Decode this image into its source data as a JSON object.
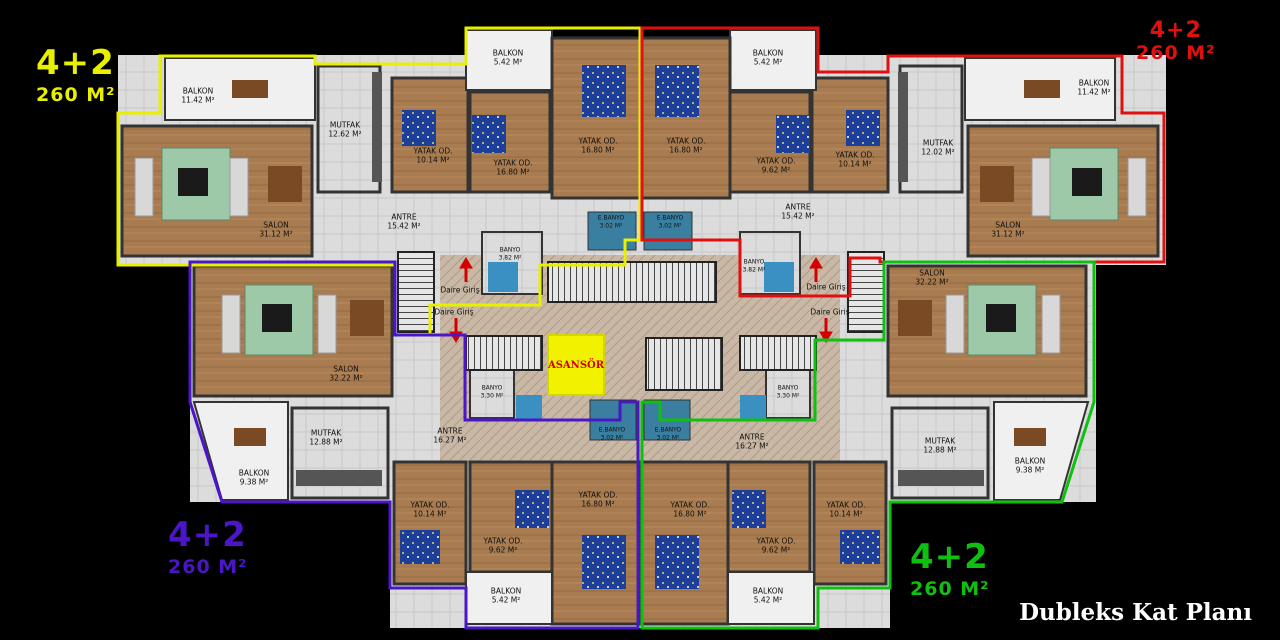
{
  "title": "Dubleks Kat Planı",
  "elevator": "ASANSÖR",
  "entry_label": "Daire Giriş",
  "colors": {
    "nw": "#e8f000",
    "ne": "#e01010",
    "sw": "#4a16c8",
    "se": "#10c010",
    "wood": "#a67a4e",
    "tile": "#d8d8d8"
  },
  "units": [
    {
      "id": "nw",
      "units": "4+2",
      "area": "260 M²"
    },
    {
      "id": "ne",
      "units": "4+2",
      "area": "260 M²"
    },
    {
      "id": "sw",
      "units": "4+2",
      "area": "260 M²"
    },
    {
      "id": "se",
      "units": "4+2",
      "area": "260 M²"
    }
  ],
  "rooms": [
    {
      "name": "BALKON",
      "area": "11.42 M²"
    },
    {
      "name": "MUTFAK",
      "area": "12.62 M²"
    },
    {
      "name": "BALKON",
      "area": "5.42 M²"
    },
    {
      "name": "YATAK OD.",
      "area": "10.14 M²"
    },
    {
      "name": "YATAK OD.",
      "area": "16.80 M²"
    },
    {
      "name": "YATAK OD.",
      "area": "16.80 M²"
    },
    {
      "name": "SALON",
      "area": "31.12 M²"
    },
    {
      "name": "ANTRE",
      "area": "15.42 M²"
    },
    {
      "name": "BANYO",
      "area": "3.82 M²"
    },
    {
      "name": "E.BANYO",
      "area": "3.02 M²"
    },
    {
      "name": "BALKON",
      "area": "5.42 M²"
    },
    {
      "name": "YATAK OD.",
      "area": "16.80 M²"
    },
    {
      "name": "YATAK OD.",
      "area": "9.62 M²"
    },
    {
      "name": "YATAK OD.",
      "area": "10.14 M²"
    },
    {
      "name": "MUTFAK",
      "area": "12.02 M²"
    },
    {
      "name": "BALKON",
      "area": "11.42 M²"
    },
    {
      "name": "SALON",
      "area": "31.12 M²"
    },
    {
      "name": "ANTRE",
      "area": "15.42 M²"
    },
    {
      "name": "BANYO",
      "area": "3.82 M²"
    },
    {
      "name": "E.BANYO",
      "area": "3.02 M²"
    },
    {
      "name": "SALON",
      "area": "32.22 M²"
    },
    {
      "name": "MUTFAK",
      "area": "12.88 M²"
    },
    {
      "name": "BALKON",
      "area": "9.38 M²"
    },
    {
      "name": "ANTRE",
      "area": "16.27 M²"
    },
    {
      "name": "BANYO",
      "area": "3.30 M²"
    },
    {
      "name": "E.BANYO",
      "area": "3.02 M²"
    },
    {
      "name": "YATAK OD.",
      "area": "10.14 M²"
    },
    {
      "name": "YATAK OD.",
      "area": "9.62 M²"
    },
    {
      "name": "YATAK OD.",
      "area": "16.80 M²"
    },
    {
      "name": "BALKON",
      "area": "5.42 M²"
    },
    {
      "name": "SALON",
      "area": "32.22 M²"
    },
    {
      "name": "MUTFAK",
      "area": "12.88 M²"
    },
    {
      "name": "BALKON",
      "area": "9.38 M²"
    },
    {
      "name": "ANTRE",
      "area": "16.27 M²"
    },
    {
      "name": "BANYO",
      "area": "3.30 M²"
    },
    {
      "name": "E.BANYO",
      "area": "3.02 M²"
    },
    {
      "name": "YATAK OD.",
      "area": "16.80 M²"
    },
    {
      "name": "YATAK OD.",
      "area": "9.62 M²"
    },
    {
      "name": "YATAK OD.",
      "area": "10.14 M²"
    },
    {
      "name": "BALKON",
      "area": "5.42 M²"
    }
  ]
}
